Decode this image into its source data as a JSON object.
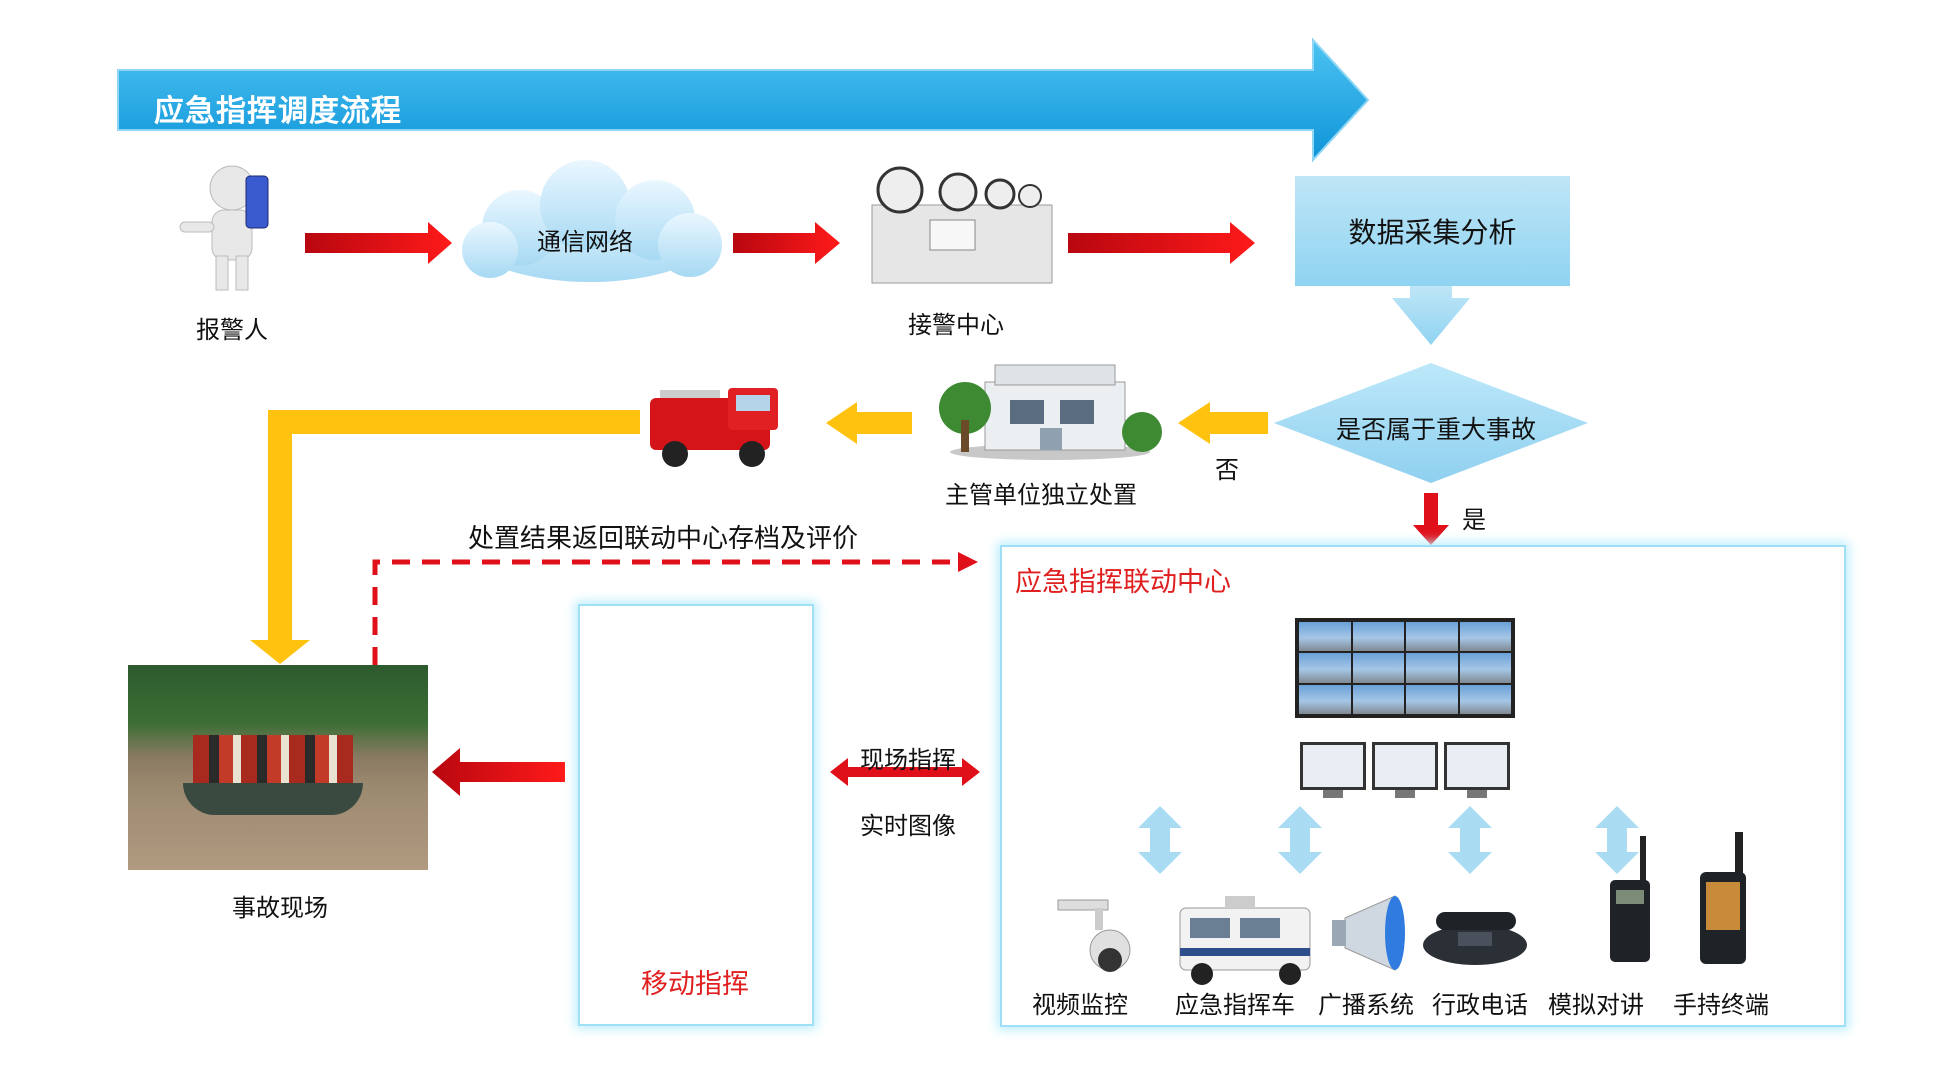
{
  "title": "应急指挥调度流程",
  "nodes": {
    "reporter": "报警人",
    "network": "通信网络",
    "call_center": "接警中心",
    "data_analysis": "数据采集分析",
    "decision": "是否属于重大事故",
    "no_label": "否",
    "yes_label": "是",
    "department": "主管单位独立处置",
    "feedback": "处置结果返回联动中心存档及评价",
    "accident_scene": "事故现场",
    "center_title": "应急指挥联动中心",
    "mobile_title": "移动指挥",
    "field_command": "现场指挥",
    "realtime_image": "实时图像"
  },
  "devices": [
    "视频监控",
    "应急指挥车",
    "广播系统",
    "行政电话",
    "模拟对讲",
    "手持终端"
  ],
  "colors": {
    "title_bar": "#1aa6e6",
    "red_arrow": "#e0101a",
    "yellow_arrow": "#ffc20e",
    "light_blue": "#a9dcf3",
    "center_text": "#e02020"
  }
}
